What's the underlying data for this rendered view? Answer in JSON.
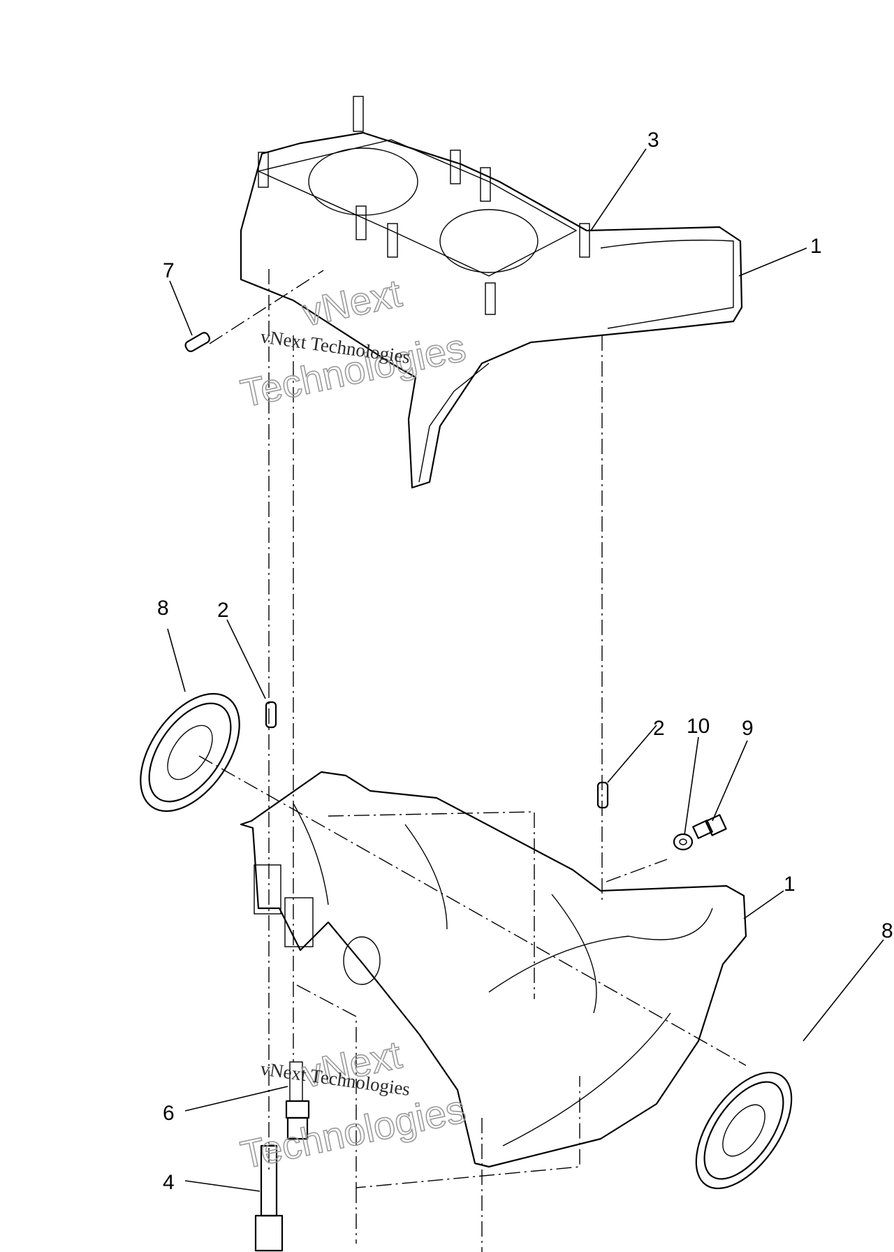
{
  "callouts": [
    {
      "id": "3",
      "label": "3"
    },
    {
      "id": "1a",
      "label": "1"
    },
    {
      "id": "7",
      "label": "7"
    },
    {
      "id": "8a",
      "label": "8"
    },
    {
      "id": "2a",
      "label": "2"
    },
    {
      "id": "2b",
      "label": "2"
    },
    {
      "id": "10",
      "label": "10"
    },
    {
      "id": "9",
      "label": "9"
    },
    {
      "id": "1b",
      "label": "1"
    },
    {
      "id": "8b",
      "label": "8"
    },
    {
      "id": "6",
      "label": "6"
    },
    {
      "id": "4",
      "label": "4"
    }
  ],
  "watermarks": [
    {
      "small": "vNext Technologies",
      "big_top": "vNext",
      "big_bottom": "Technologies"
    },
    {
      "small": "vNext Technologies",
      "big_top": "vNext",
      "big_bottom": "Technologies"
    }
  ]
}
